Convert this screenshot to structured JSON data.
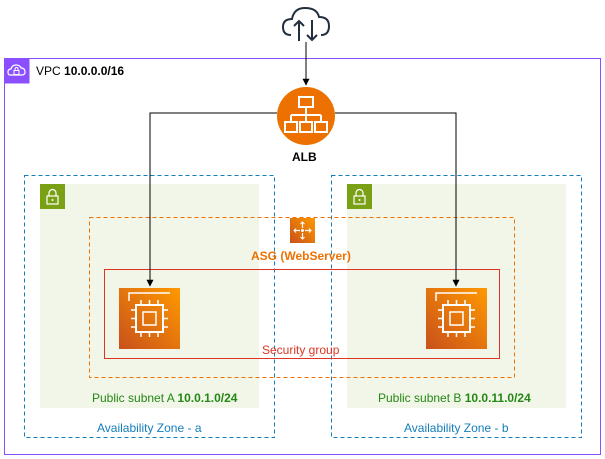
{
  "vpc": {
    "label_prefix": "VPC ",
    "cidr": "10.0.0.0/16"
  },
  "internet": {
    "icon": "cloud-upload-download-icon"
  },
  "alb": {
    "label": "ALB",
    "icon": "load-balancer-icon"
  },
  "asg": {
    "label": "ASG (WebServer)",
    "icon": "auto-scaling-icon"
  },
  "security_group": {
    "label": "Security group"
  },
  "subnets": [
    {
      "label_prefix": "Public subnet A ",
      "cidr": "10.0.1.0/24",
      "icon": "lock-icon"
    },
    {
      "label_prefix": "Public subnet B ",
      "cidr": "10.0.11.0/24",
      "icon": "lock-icon"
    }
  ],
  "availability_zones": [
    {
      "label": "Availability Zone - a"
    },
    {
      "label": "Availability Zone - b"
    }
  ],
  "instances": [
    {
      "icon": "ec2-instance-icon"
    },
    {
      "icon": "ec2-instance-icon"
    }
  ],
  "colors": {
    "vpc_border": "#8C4FFF",
    "subnet_fill": "#F2F6E8",
    "subnet_text": "#248814",
    "subnet_icon": "#7AA116",
    "az_border": "#147EBA",
    "asg_border": "#ED7100",
    "asg_text": "#ED7100",
    "security_group_border": "#DD3522",
    "security_group_text": "#DD3522",
    "ec2_fill": "#ED7100",
    "alb_fill": "#ED7100"
  }
}
